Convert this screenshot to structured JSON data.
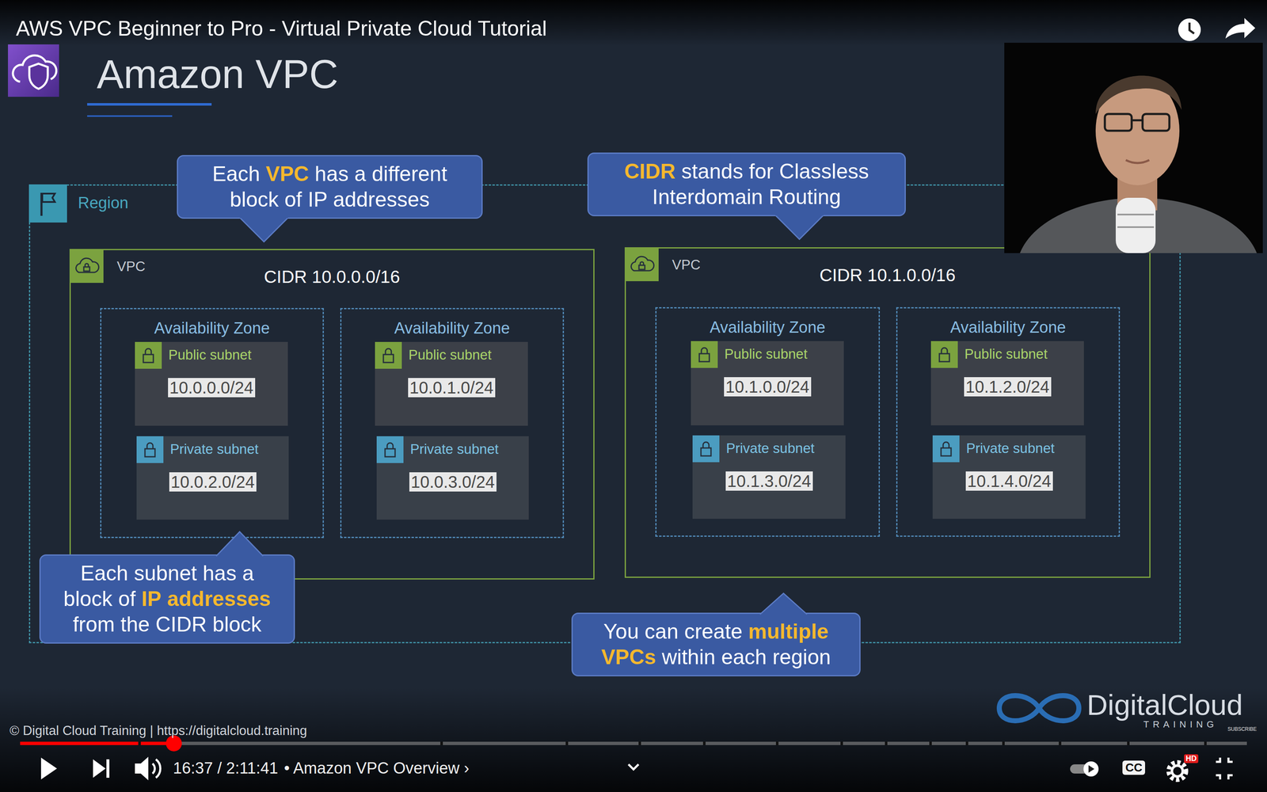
{
  "diagram": {
    "title": "Amazon VPC",
    "nodes": [
      {
        "text": [
          "Region"
        ]
      },
      {
        "text": [
          "VPC",
          "CIDR 10.0.0.0/16"
        ],
        "in": 0
      },
      {
        "text": [
          "Availability Zone"
        ],
        "in": 1
      },
      {
        "text": [
          "Public subnet",
          "10.0.0.0/24"
        ],
        "in": 2
      },
      {
        "text": [
          "Private subnet",
          "10.0.2.0/24"
        ],
        "in": 2
      },
      {
        "text": [
          "Availability Zone"
        ],
        "in": 1
      },
      {
        "text": [
          "Public subnet",
          "10.0.1.0/24"
        ],
        "in": 5
      },
      {
        "text": [
          "Private subnet",
          "10.0.3.0/24"
        ],
        "in": 5
      },
      {
        "text": [
          "VPC",
          "CIDR 10.1.0.0/16"
        ],
        "in": 0
      },
      {
        "text": [
          "Availability Zone"
        ],
        "in": 8
      },
      {
        "text": [
          "Public subnet",
          "10.1.0.0/24"
        ],
        "in": 9
      },
      {
        "text": [
          "Private subnet",
          "10.1.3.0/24"
        ],
        "in": 9
      },
      {
        "text": [
          "Availability Zone"
        ],
        "in": 8
      },
      {
        "text": [
          "Public subnet",
          "10.1.2.0/24"
        ],
        "in": 12
      },
      {
        "text": [
          "Private subnet",
          "10.1.4.0/24"
        ],
        "in": 12
      },
      {
        "text": [
          "Each VPC has a different block of IP addresses"
        ]
      },
      {
        "text": [
          "CIDR stands for Classless Interdomain Routing"
        ]
      },
      {
        "text": [
          "Each subnet has a block of IP addresses from the CIDR block"
        ]
      },
      {
        "text": [
          "You can create multiple VPCs within each region"
        ]
      }
    ],
    "labels": [
      "AWS VPC Beginner to Pro - Virtual Private Cloud Tutorial",
      "© Digital Cloud Training | https://digitalcloud.training",
      "16:37 / 2:11:41",
      "• Amazon VPC Overview ›",
      "CC",
      "HD",
      "DigitalCloud",
      "TRAINING",
      "SUBSCRIBE"
    ]
  }
}
